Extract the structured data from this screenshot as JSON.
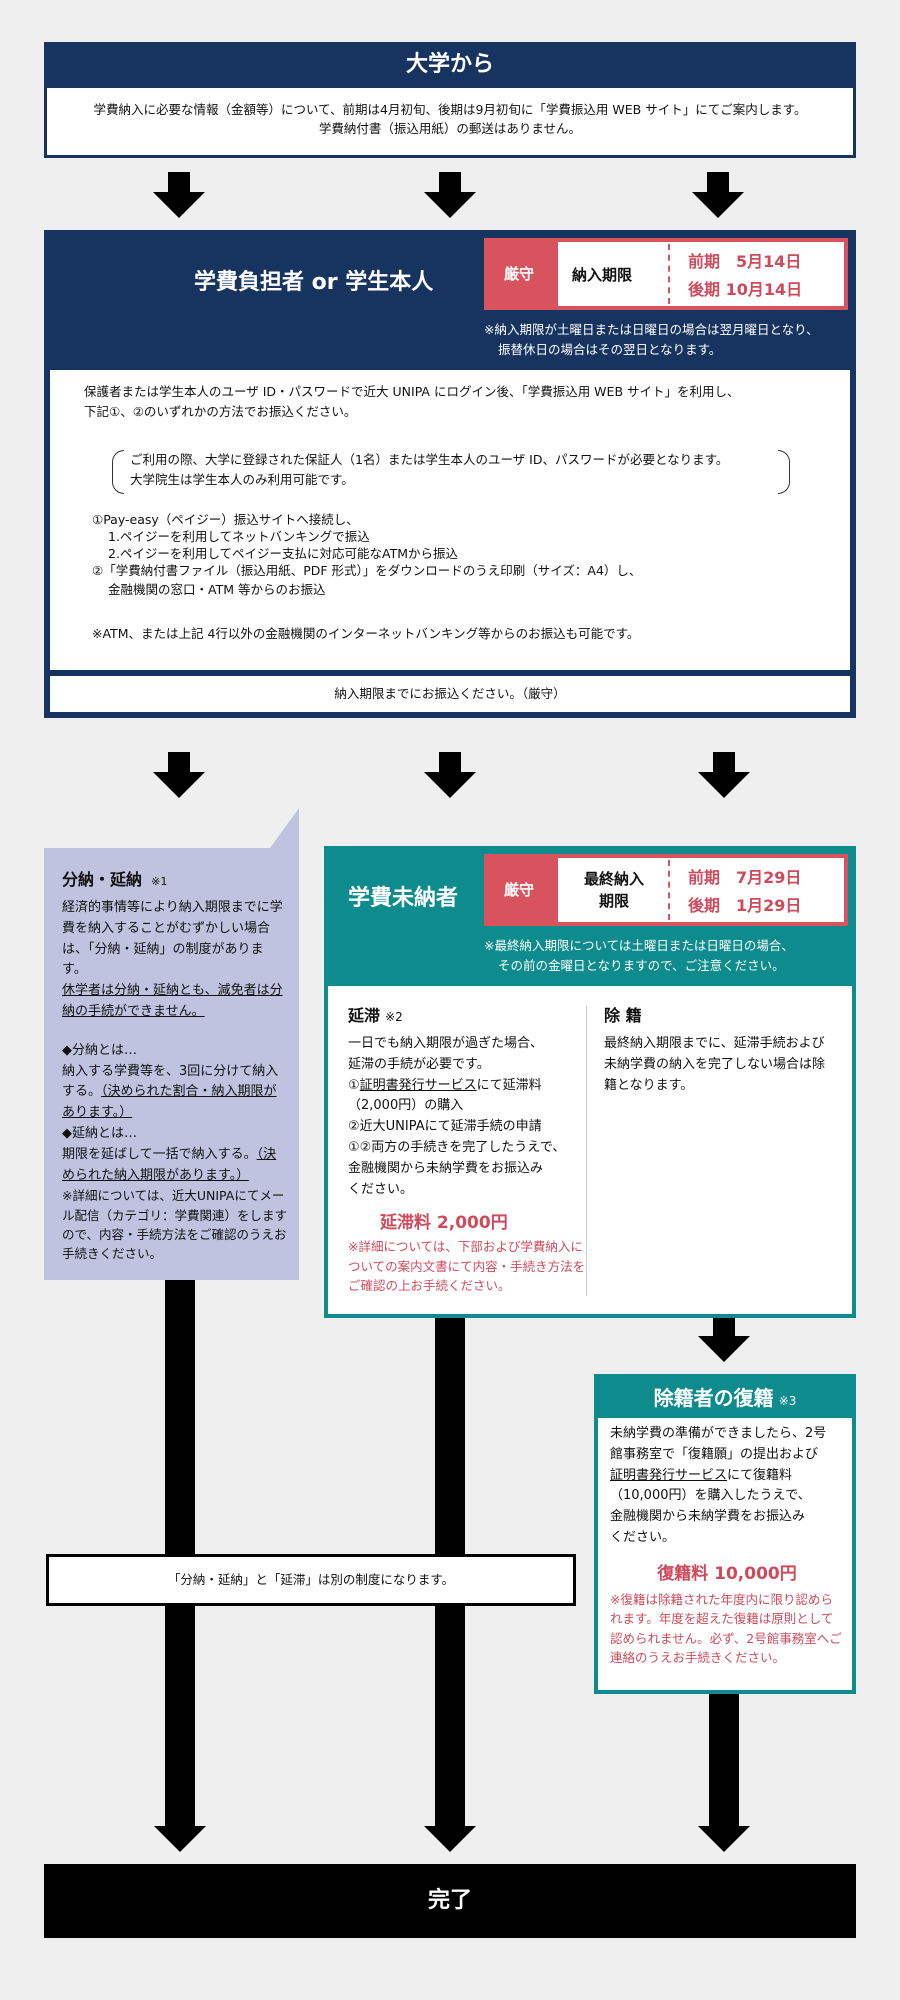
{
  "university": {
    "title": "大学から",
    "line1": "学費納入に必要な情報（金額等）について、前期は4月初旬、後期は9月初旬に「学費振込用 WEB サイト」にてご案内します。",
    "line2": "学費納付書（振込用紙）の郵送はありません。"
  },
  "payer": {
    "title": "学費負担者 or 学生本人",
    "strict": "厳守",
    "deadline_label": "納入期限",
    "first_half": "前期　5月14日",
    "second_half": "後期 10月14日",
    "note1": "※納入期限が土曜日または日曜日の場合は翌月曜日となり、",
    "note2": "振替休日の場合はその翌日となります。",
    "intro1": "保護者または学生本人のユーザ ID・パスワードで近大 UNIPA にログイン後、「学費振込用 WEB サイト」を利用し、",
    "intro2": "下記①、②のいずれかの方法でお振込ください。",
    "paren1": "ご利用の際、大学に登録された保証人（1名）または学生本人のユーザ ID、パスワードが必要となります。",
    "paren2": "大学院生は学生本人のみ利用可能です。",
    "m1": "①Pay-easy（ペイジー）振込サイトへ接続し、",
    "m1a": "1.ペイジーを利用してネットバンキングで振込",
    "m1b": "2.ペイジーを利用してペイジー支払に対応可能なATMから振込",
    "m2": "②「学費納付書ファイル（振込用紙、PDF 形式）」をダウンロードのうえ印刷（サイズ：A4）し、",
    "m2a": "金融機関の窓口・ATM 等からのお振込",
    "atm": "※ATM、または上記 4行以外の金融機関のインターネットバンキング等からのお振込も可能です。",
    "footer": "納入期限までにお振込ください。（厳守）"
  },
  "installment": {
    "title": "分納・延納",
    "mark": "※1",
    "p1": "経済的事情等により納入期限までに学費を納入することがむずかしい場合は、「分納・延納」の制度があります。",
    "p2": "休学者は分納・延納とも、減免者は分納の手続ができません。",
    "h1": "◆分納とは…",
    "d1": "納入する学費等を、3回に分けて納入する。",
    "d1u": "（決められた割合・納入期限があります。）",
    "h2": "◆延納とは…",
    "d2": "期限を延ばして一括で納入する。",
    "d2u": "（決められた納入期限があります。）",
    "note": "※詳細については、近大UNIPAにてメール配信（カテゴリ：学費関連）をしますので、内容・手続方法をご確認のうえお手続きください。"
  },
  "unpaid": {
    "title": "学費未納者",
    "strict": "厳守",
    "deadline_label1": "最終納入",
    "deadline_label2": "期限",
    "first_half": "前期　7月29日",
    "second_half": "後期　1月29日",
    "note1": "※最終納入期限については土曜日または日曜日の場合、",
    "note2": "その前の金曜日となりますので、ご注意ください。",
    "late_title": "延滞",
    "late_mark": "※2",
    "late_l1": "一日でも納入期限が過ぎた場合、",
    "late_l2": "延滞の手続が必要です。",
    "late_l3a": "①",
    "late_l3b": "証明書発行サービス",
    "late_l3c": "にて延滞料",
    "late_l4": "（2,000円）の購入",
    "late_l5": "②近大UNIPAにて延滞手続の申請",
    "late_l6": "①②両方の手続きを完了したうえで、",
    "late_l7": "金融機関から未納学費をお振込み",
    "late_l8": "ください。",
    "late_fee": "延滞料 2,000円",
    "late_note": "※詳細については、下部および学費納入についての案内文書にて内容・手続き方法をご確認の上お手続ください。",
    "expel_title": "除 籍",
    "expel_text": "最終納入期限までに、延滞手続および未納学費の納入を完了しない場合は除籍となります。"
  },
  "reinstate": {
    "title": "除籍者の復籍",
    "mark": "※3",
    "l1": "未納学費の準備ができましたら、2号",
    "l2": "館事務室で「復籍願」の提出および",
    "l3": "証明書発行サービス",
    "l3b": "にて復籍料",
    "l4": "（10,000円）を購入したうえで、",
    "l5": "金融機関から未納学費をお振込み",
    "l6": "ください。",
    "fee": "復籍料 10,000円",
    "note": "※復籍は除籍された年度内に限り認められます。年度を超えた復籍は原則として認められません。必ず、2号館事務室へご連絡のうえお手続きください。"
  },
  "separate_note": "「分納・延納」と「延滞」は別の制度になります。",
  "complete": "完了"
}
